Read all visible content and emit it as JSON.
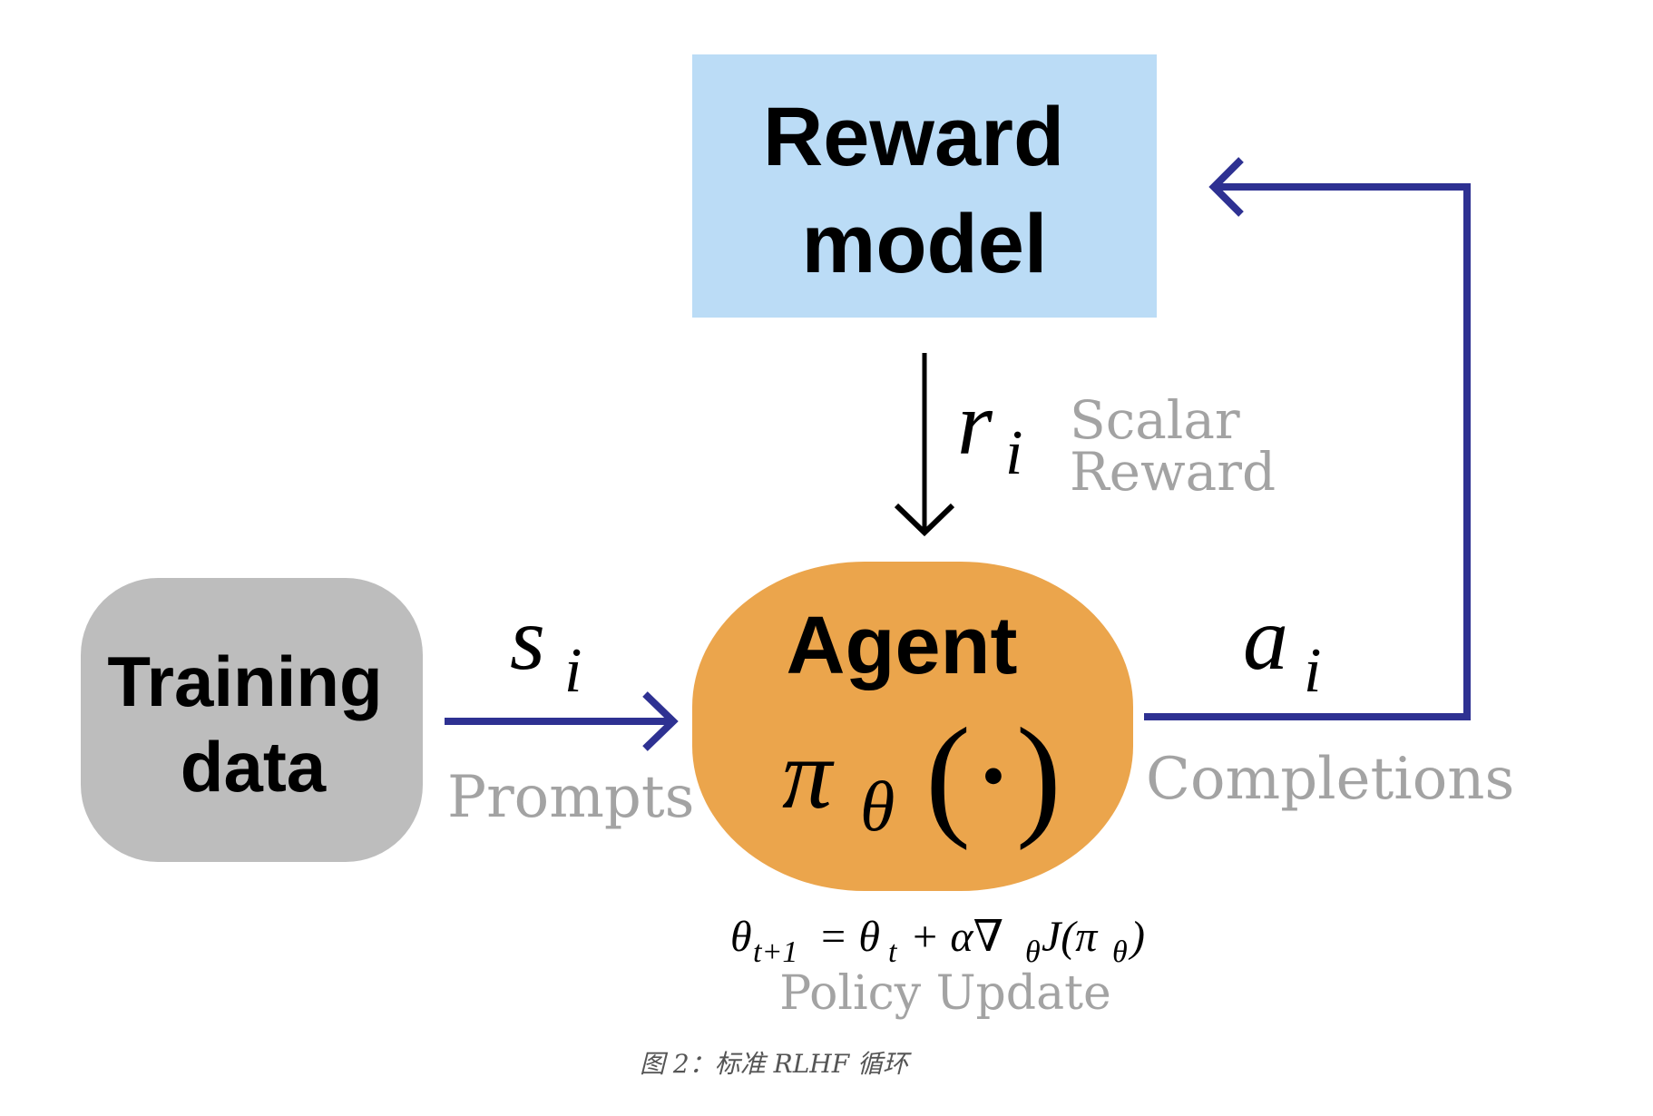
{
  "colors": {
    "reward_box": "#bbdcf6",
    "training_box": "#bdbdbd",
    "agent_box": "#eba54c",
    "flow_arrow": "#2e3192",
    "reward_arrow": "#000000",
    "annotation_text": "#a3a3a3"
  },
  "nodes": {
    "reward_model": {
      "line1": "Reward",
      "line2": "model"
    },
    "training_data": {
      "line1": "Training",
      "line2": "data"
    },
    "agent": {
      "title": "Agent",
      "policy": "π",
      "policy_sub": "θ",
      "policy_arg": "(·)"
    }
  },
  "edges": {
    "prompts": {
      "symbol": "s",
      "sub": "i",
      "label": "Prompts"
    },
    "reward": {
      "symbol": "r",
      "sub": "i",
      "label_line1": "Scalar",
      "label_line2": "Reward"
    },
    "completions": {
      "symbol": "a",
      "sub": "i",
      "label": "Completions"
    }
  },
  "update": {
    "formula": "θ",
    "formula_sub1": "t+1",
    "formula_mid": "= θ",
    "formula_sub2": "t",
    "formula_rest": "+ α∇",
    "formula_sub3": "θ",
    "formula_end": "J(π",
    "formula_sub4": "θ",
    "formula_close": ")",
    "label": "Policy Update"
  },
  "caption": "图 2：标准 RLHF 循环"
}
